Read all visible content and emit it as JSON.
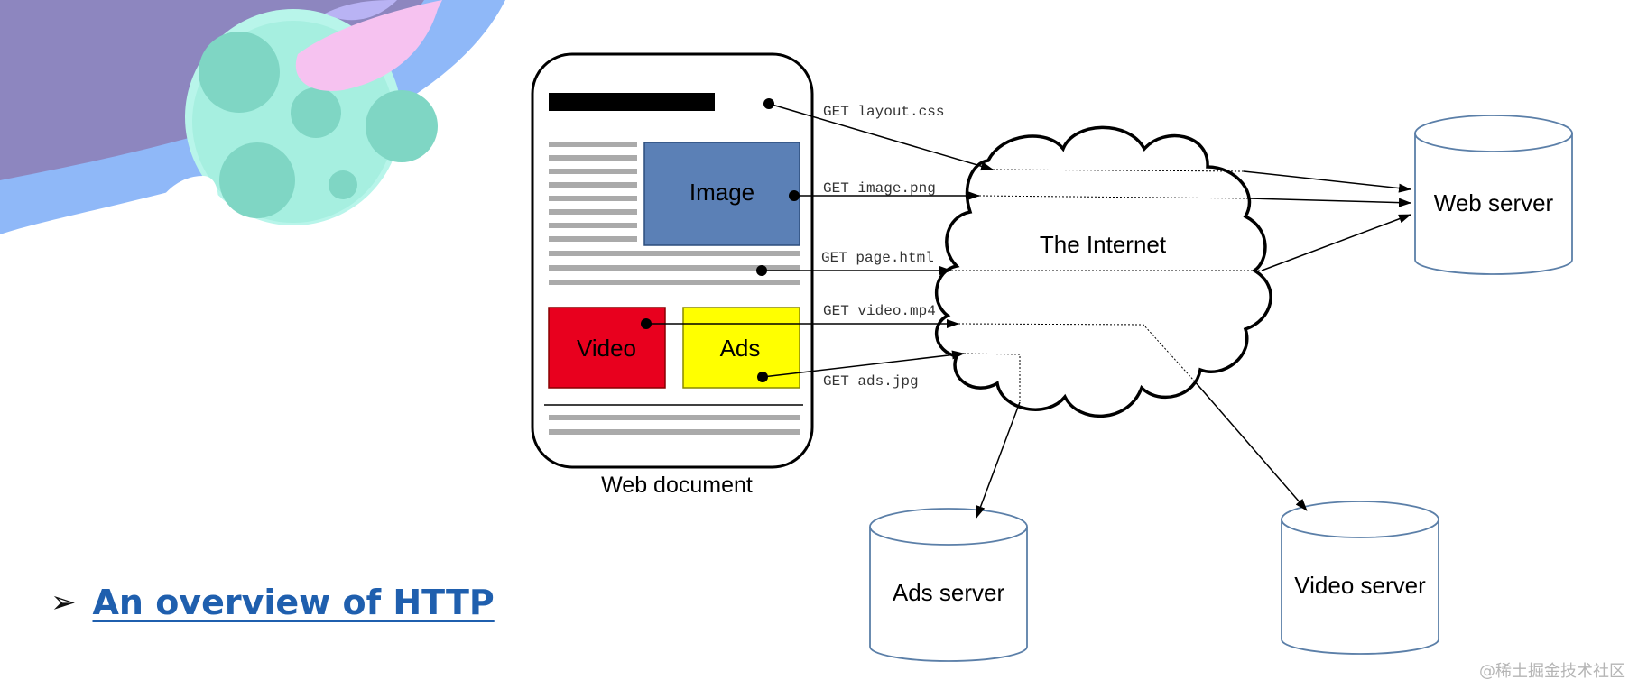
{
  "diagram": {
    "web_document": {
      "caption": "Web document",
      "image_block": "Image",
      "video_block": "Video",
      "ads_block": "Ads"
    },
    "internet_label": "The Internet",
    "requests": {
      "layout": "GET layout.css",
      "image": "GET image.png",
      "page": "GET page.html",
      "video": "GET video.mp4",
      "ads": "GET ads.jpg"
    },
    "servers": {
      "web": "Web server",
      "ads": "Ads server",
      "video": "Video server"
    }
  },
  "slide_link": {
    "bullet": "➢",
    "text": "An overview of HTTP"
  },
  "watermark": "@稀土掘金技术社区",
  "colors": {
    "image_block": "#5b80b6",
    "video_block": "#e8001e",
    "ads_block": "#ffff00",
    "link": "#1f5fae"
  }
}
